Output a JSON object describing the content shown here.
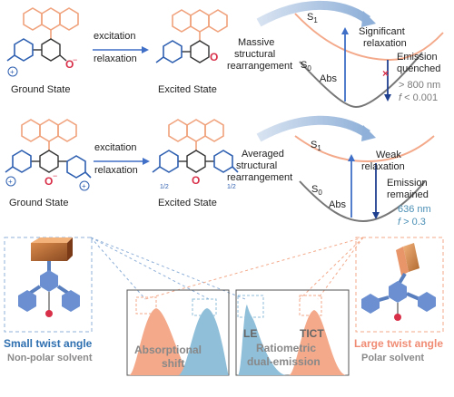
{
  "row1": {
    "step_top": "excitation",
    "step_bottom": "relaxation",
    "ground_label": "Ground State",
    "excited_label": "Excited State",
    "rearrangement": [
      "Massive",
      "structural",
      "rearrangement"
    ],
    "s1": "S",
    "s1_sub": "1",
    "s0": "S",
    "s0_sub": "0",
    "relaxation": [
      "Significant",
      "relaxation"
    ],
    "abs": "Abs",
    "emission": [
      "Emission",
      "quenched"
    ],
    "wavelength": "> 800 nm",
    "osc_f": "f",
    "osc_value": " < 0.001",
    "quench_mark": "×"
  },
  "row2": {
    "step_top": "excitation",
    "step_bottom": "relaxation",
    "ground_label": "Ground State",
    "excited_label": "Excited State",
    "rearrangement": [
      "Averaged",
      "structural",
      "rearrangement"
    ],
    "s1": "S",
    "s1_sub": "1",
    "s0": "S",
    "s0_sub": "0",
    "relaxation": [
      "Weak",
      "relaxation"
    ],
    "abs": "Abs",
    "emission": [
      "Emission",
      "remained"
    ],
    "wavelength": "636 nm",
    "osc_f": "f",
    "osc_value": " > 0.3",
    "half_left": "1/2",
    "half_right": "1/2"
  },
  "bottom": {
    "small_angle": "Small twist angle",
    "nonpolar": "Non-polar solvent",
    "large_angle": "Large twist angle",
    "polar": "Polar solvent",
    "absorptional": [
      "Absorptional",
      "shift"
    ],
    "le": "LE",
    "tict": "TICT",
    "ratiometric": [
      "Ratiometric",
      "dual-emission"
    ]
  },
  "colors": {
    "anthracene": "#f0a27c",
    "pyridinium": "#2e5fb0",
    "oxygen": "#d9304a",
    "blue_curve": "#8fbfd9",
    "orange_curve": "#f3a98a",
    "arrow_blue": "#3f6fc6",
    "gray_text": "#7a7a7a",
    "teal_text": "#4a8fb5",
    "salmon_text": "#f08c74"
  }
}
